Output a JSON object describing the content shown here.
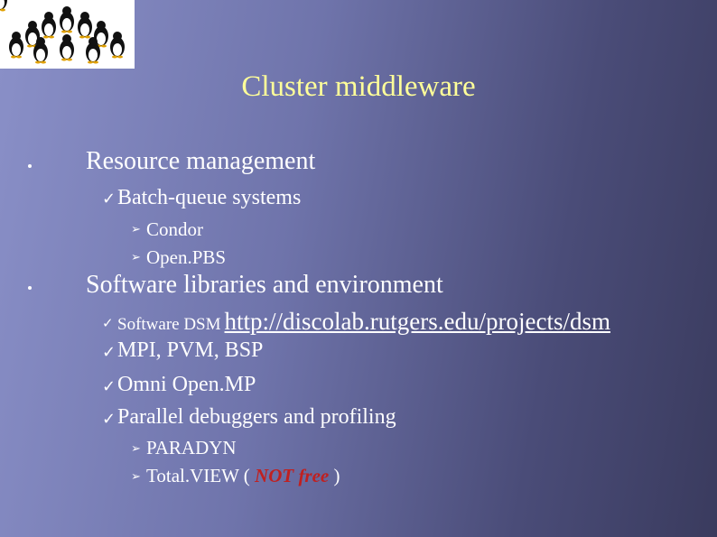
{
  "logo": {
    "icon": "penguins-logo"
  },
  "title": "Cluster middleware",
  "items": {
    "resource": "Resource management",
    "batch": "Batch-queue systems",
    "condor": "Condor",
    "openpbs": "Open.PBS",
    "software": "Software libraries and environment",
    "dsm_label": "Software DSM",
    "dsm_link": "http://discolab.rutgers.edu/projects/dsm",
    "mpi": "MPI, PVM, BSP",
    "omni": "Omni Open.MP",
    "debuggers": "Parallel debuggers and profiling",
    "paradyn": "PARADYN",
    "totalview_pre": "Total.VIEW (",
    "notfree": "NOT free",
    "totalview_post": ")"
  },
  "colors": {
    "title": "#ffff99",
    "notfree": "#c02020",
    "text": "#ffffff"
  }
}
